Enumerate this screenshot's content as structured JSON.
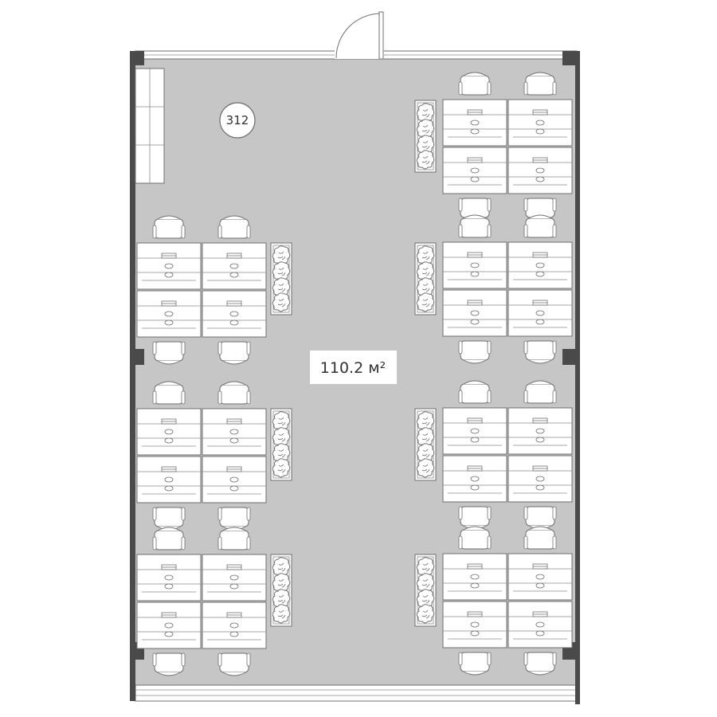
{
  "room": {
    "number": "312",
    "area_label": "110.2 м²"
  },
  "colors": {
    "floor": "#c6c6c6",
    "wall": "#4a4a4a",
    "furniture": "#ffffff",
    "stroke": "#6f6f6f",
    "label_bg": "#ffffff"
  },
  "layout": {
    "workstation_clusters": 7,
    "desks_per_cluster": 4,
    "chairs_per_cluster": 4,
    "planter_boxes": 7,
    "doors": 1,
    "wall_storage_cabinet": 1
  }
}
